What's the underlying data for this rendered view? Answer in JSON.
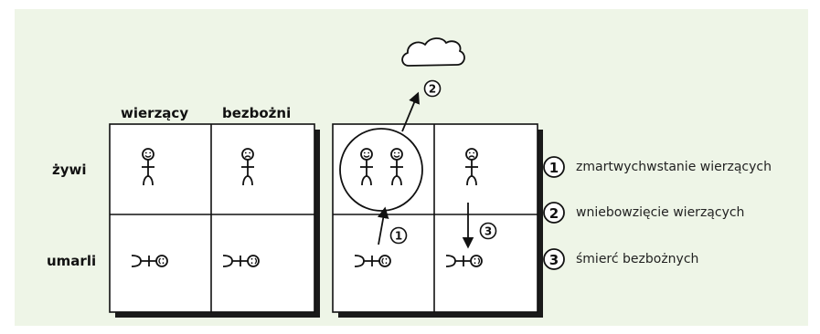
{
  "columns": {
    "believers": "wierzący",
    "ungodly": "bezbożni"
  },
  "rows": {
    "living": "żywi",
    "dead": "umarli"
  },
  "legend": [
    {
      "num": "1",
      "text": "zmartwychwstanie wierzących"
    },
    {
      "num": "2",
      "text": "wniebowzięcie wierzących"
    },
    {
      "num": "3",
      "text": "śmierć bezbożnych"
    }
  ],
  "markers": {
    "one": "1",
    "two": "2",
    "three": "3"
  },
  "colors": {
    "background": "#eef5e7",
    "ink": "#111111",
    "shadow": "#1a1a1a"
  },
  "icons": [
    "smiling-stick-figure-icon",
    "sad-stick-figure-icon",
    "lying-dead-figure-icon",
    "cloud-icon",
    "arrow-icon"
  ]
}
